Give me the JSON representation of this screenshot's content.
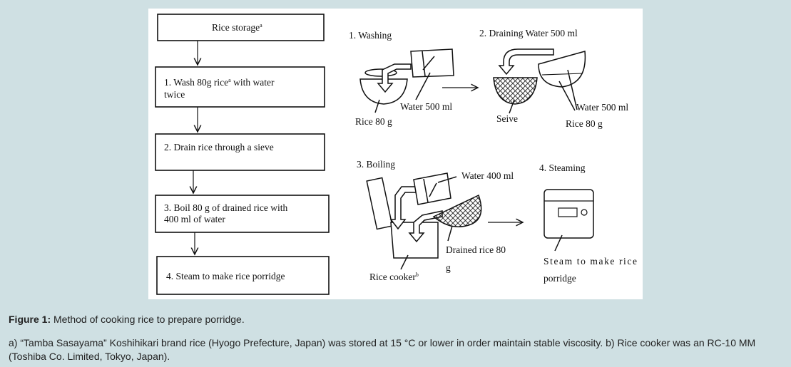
{
  "flowchart": {
    "box0": "Rice storage",
    "box0_sup": "a",
    "box1_line1_a": "1. Wash 80g rice",
    "box1_sup": "a",
    "box1_line1_b": " with water",
    "box1_line2": "twice",
    "box2": "2. Drain rice through a sieve",
    "box3_line1": "3. Boil 80 g of drained rice with",
    "box3_line2": "400 ml of water",
    "box4": "4. Steam to make rice porridge"
  },
  "illustrations": {
    "washing": {
      "title": "1. Washing",
      "water": "Water 500 ml",
      "rice": "Rice 80 g"
    },
    "draining": {
      "title": "2. Draining Water 500 ml",
      "sieve": "Seive",
      "water": "Water 500 ml",
      "rice": "Rice 80 g"
    },
    "boiling": {
      "title": "3. Boiling",
      "water": "Water 400 ml",
      "drained_line1": "Drained rice 80",
      "drained_line2": "g",
      "cooker": "Rice cooker",
      "cooker_sup": "b"
    },
    "steaming": {
      "title": "4. Steaming",
      "line1": "Steam to make rice",
      "line2": "porridge"
    }
  },
  "caption": {
    "label": "Figure 1:",
    "title": " Method of cooking rice to prepare porridge.",
    "note": "a) “Tamba Sasayama” Koshihikari brand rice (Hyogo Prefecture, Japan) was stored at 15 °C or lower in order maintain stable viscosity. b) Rice cooker was an RC-10 MM (Toshiba Co. Limited, Tokyo, Japan)."
  },
  "colors": {
    "background": "#cfe0e3",
    "panel": "#ffffff",
    "ink": "#111111"
  }
}
